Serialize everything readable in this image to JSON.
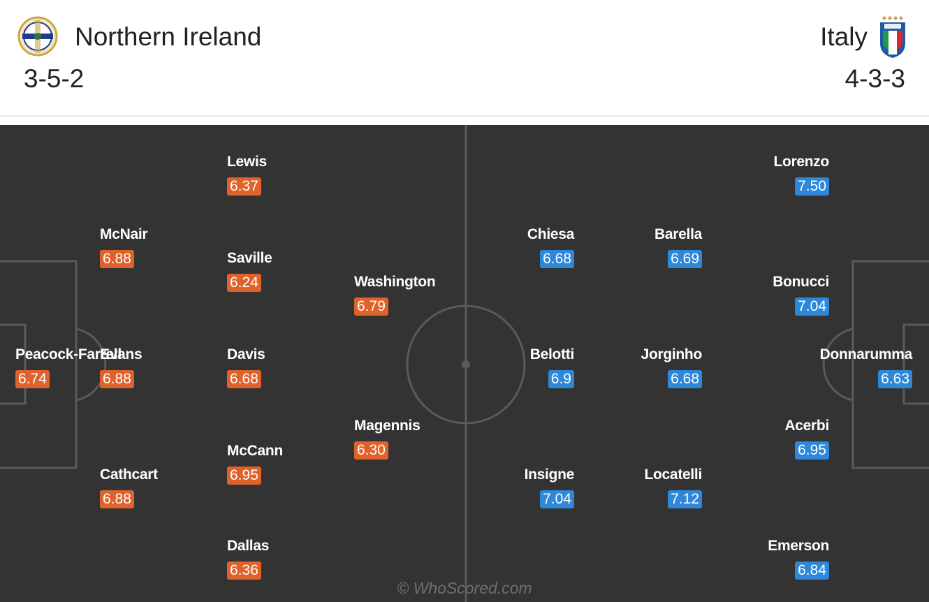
{
  "home": {
    "name": "Northern Ireland",
    "formation": "3-5-2",
    "crest_icon": "northern-ireland-fa-crest",
    "rating_color": "#e0622b",
    "players": [
      {
        "name": "Lewis",
        "rating": "6.37"
      },
      {
        "name": "McNair",
        "rating": "6.88"
      },
      {
        "name": "Saville",
        "rating": "6.24"
      },
      {
        "name": "Washington",
        "rating": "6.79"
      },
      {
        "name": "Peacock-Farrell",
        "rating": "6.74"
      },
      {
        "name": "Evans",
        "rating": "6.88"
      },
      {
        "name": "Davis",
        "rating": "6.68"
      },
      {
        "name": "Magennis",
        "rating": "6.30"
      },
      {
        "name": "McCann",
        "rating": "6.95"
      },
      {
        "name": "Cathcart",
        "rating": "6.88"
      },
      {
        "name": "Dallas",
        "rating": "6.36"
      }
    ]
  },
  "away": {
    "name": "Italy",
    "formation": "4-3-3",
    "crest_icon": "italy-figc-crest",
    "rating_color": "#2e87d8",
    "players": [
      {
        "name": "Lorenzo",
        "rating": "7.50"
      },
      {
        "name": "Chiesa",
        "rating": "6.68"
      },
      {
        "name": "Barella",
        "rating": "6.69"
      },
      {
        "name": "Bonucci",
        "rating": "7.04"
      },
      {
        "name": "Belotti",
        "rating": "6.9"
      },
      {
        "name": "Jorginho",
        "rating": "6.68"
      },
      {
        "name": "Donnarumma",
        "rating": "6.63"
      },
      {
        "name": "Acerbi",
        "rating": "6.95"
      },
      {
        "name": "Insigne",
        "rating": "7.04"
      },
      {
        "name": "Locatelli",
        "rating": "7.12"
      },
      {
        "name": "Emerson",
        "rating": "6.84"
      }
    ]
  },
  "watermark": "© WhoScored.com",
  "pitch_color": "#333333"
}
